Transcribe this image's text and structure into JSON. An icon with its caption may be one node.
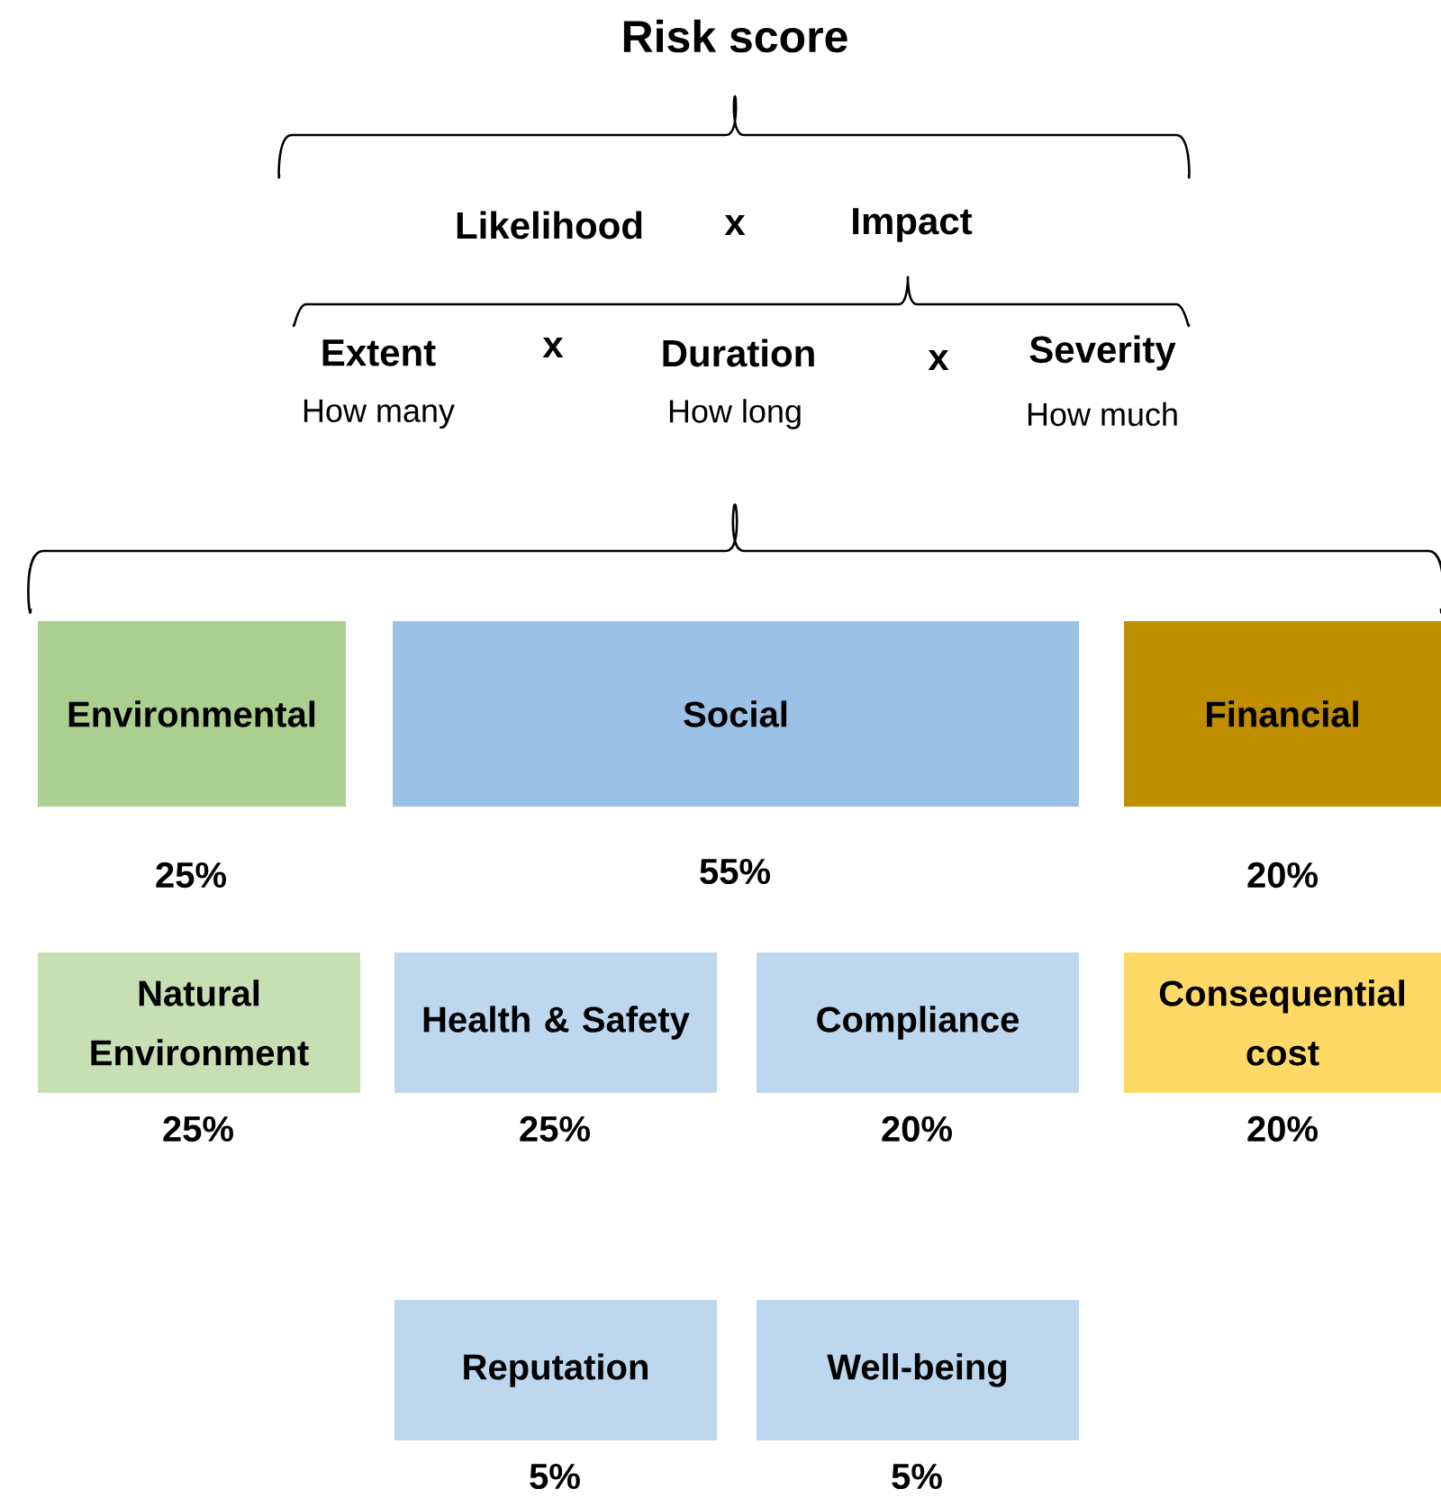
{
  "diagram": {
    "title": "Risk score",
    "nodes": [
      {
        "text": [
          "Environmental"
        ],
        "beside": [
          "25%"
        ]
      },
      {
        "text": [
          "Social"
        ],
        "beside": [
          "55%"
        ]
      },
      {
        "text": [
          "Financial"
        ],
        "beside": [
          "20%"
        ]
      },
      {
        "text": [
          "Natural Environment"
        ],
        "beside": [
          "25%"
        ]
      },
      {
        "text": [
          "Health & Safety"
        ],
        "beside": [
          "25%"
        ]
      },
      {
        "text": [
          "Compliance"
        ],
        "beside": [
          "20%"
        ]
      },
      {
        "text": [
          "Consequential cost"
        ],
        "beside": [
          "20%"
        ]
      },
      {
        "text": [
          "Reputation"
        ],
        "beside": [
          "5%"
        ]
      },
      {
        "text": [
          "Well-being"
        ],
        "beside": [
          "5%"
        ]
      }
    ],
    "labels": [
      "Likelihood",
      "x",
      "Impact",
      "Extent",
      "x",
      "Duration",
      "x",
      "Severity",
      "How many",
      "How long",
      "How much"
    ]
  }
}
